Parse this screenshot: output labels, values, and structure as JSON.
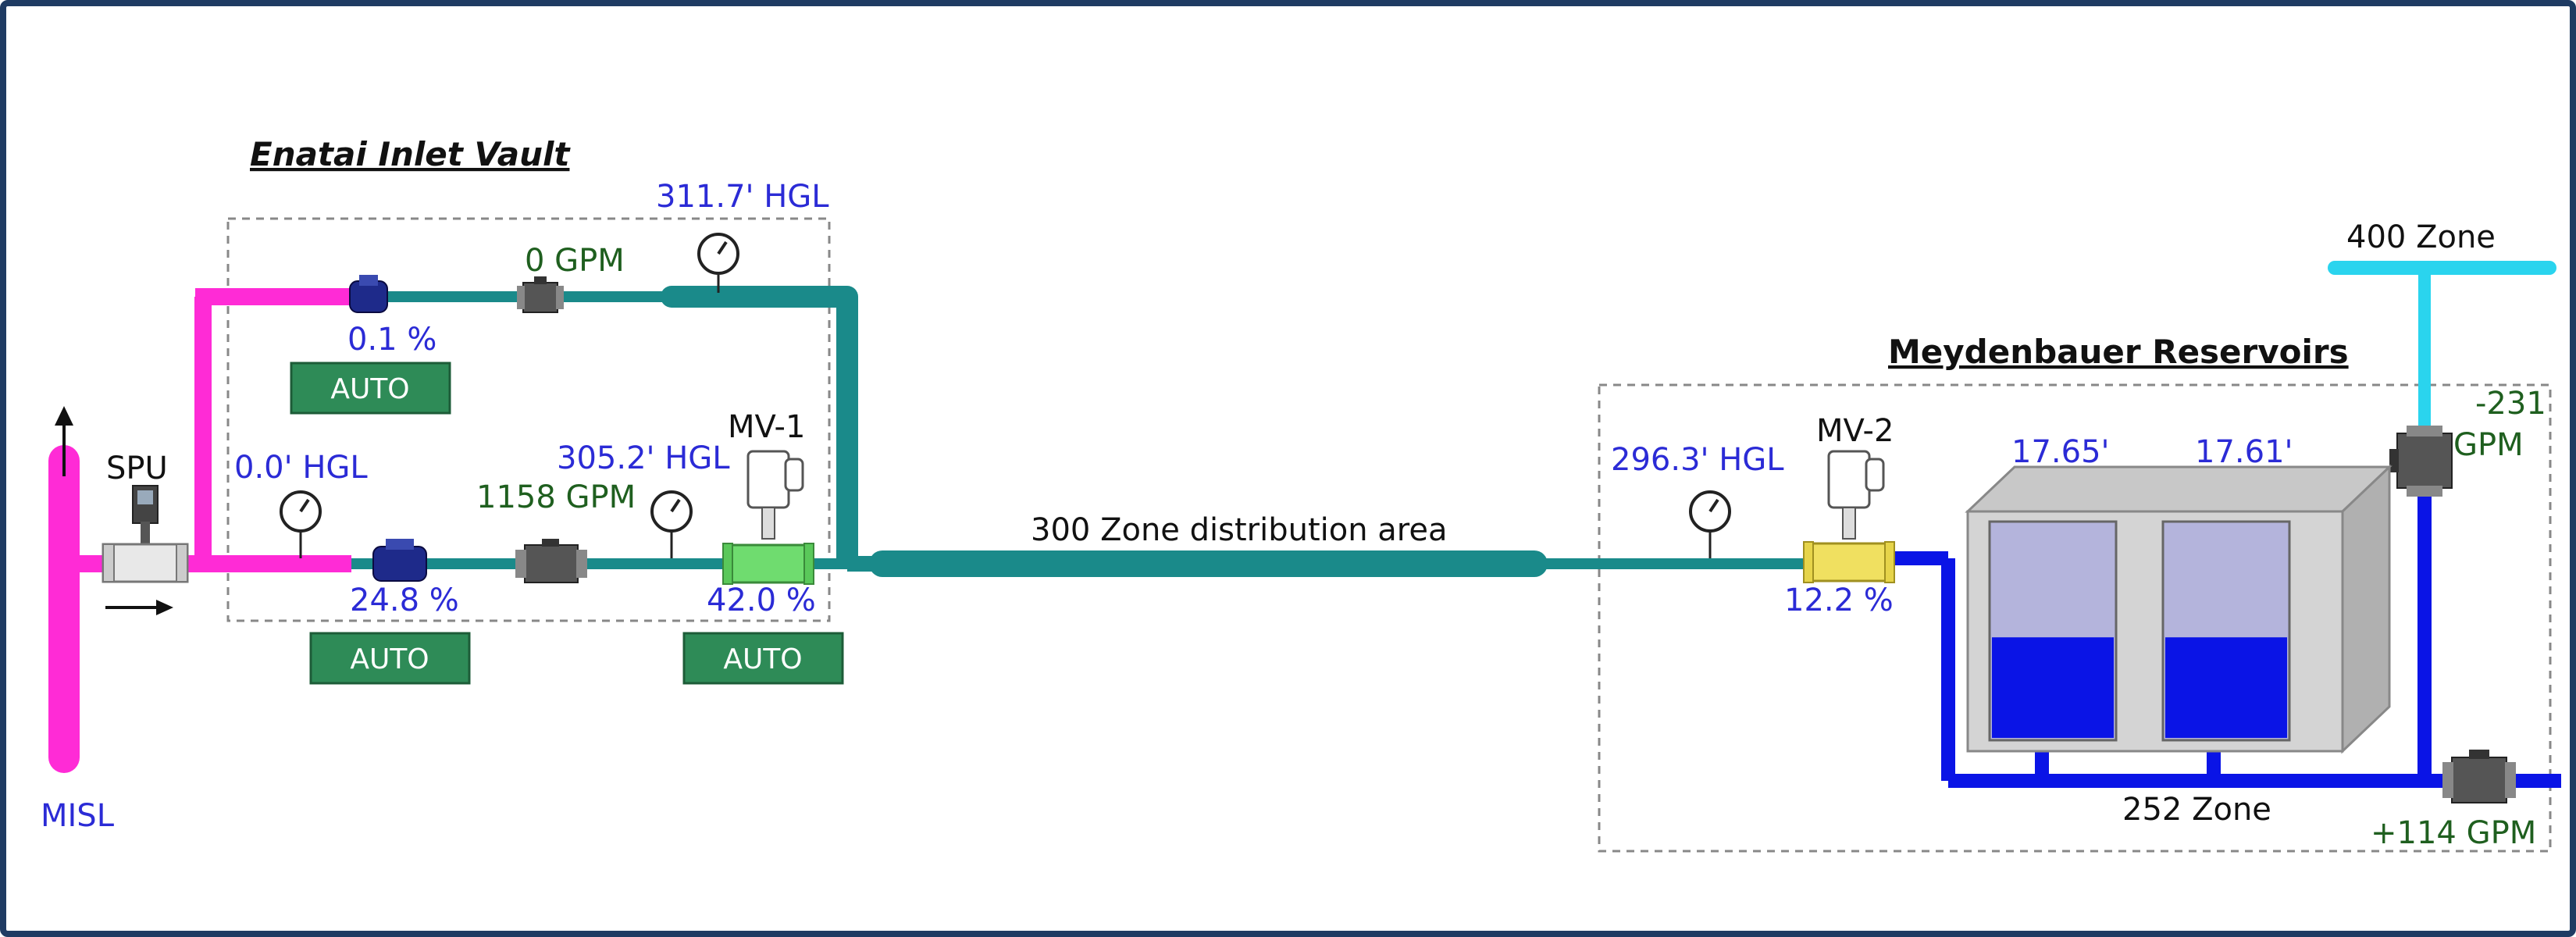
{
  "titles": {
    "enatai": "Enatai Inlet Vault",
    "meydenbauer": "Meydenbauer Reservoirs"
  },
  "labels": {
    "spu": "SPU",
    "misl": "MISL",
    "mv1": "MV-1",
    "mv2": "MV-2",
    "zone300": "300 Zone distribution area",
    "zone400": "400 Zone",
    "zone252": "252 Zone",
    "gpm_suffix": "GPM"
  },
  "readings": {
    "hgl_top": "311.7' HGL",
    "flow_top": "0 GPM",
    "valve_top_pct": "0.1 %",
    "hgl_left": "0.0' HGL",
    "hgl_mid": "305.2' HGL",
    "flow_mid": "1158 GPM",
    "valve_bot_pct": "24.8 %",
    "mv1_pct": "42.0 %",
    "hgl_mey": "296.3' HGL",
    "mv2_pct": "12.2 %",
    "tank1_level": "17.65'",
    "tank2_level": "17.61'",
    "flow_400": "-231",
    "flow_252": "+114 GPM"
  },
  "buttons": {
    "auto1": "AUTO",
    "auto2": "AUTO",
    "auto3": "AUTO"
  },
  "tanks": {
    "tank1_fill": 0.47,
    "tank2_fill": 0.47
  },
  "colors": {
    "magenta": "#ff2bd6",
    "teal": "#1a8a8a",
    "blue": "#0a14e6",
    "cyan": "#2ad4ee",
    "auto_bg": "#2e8b57",
    "border": "#1f3b63"
  }
}
